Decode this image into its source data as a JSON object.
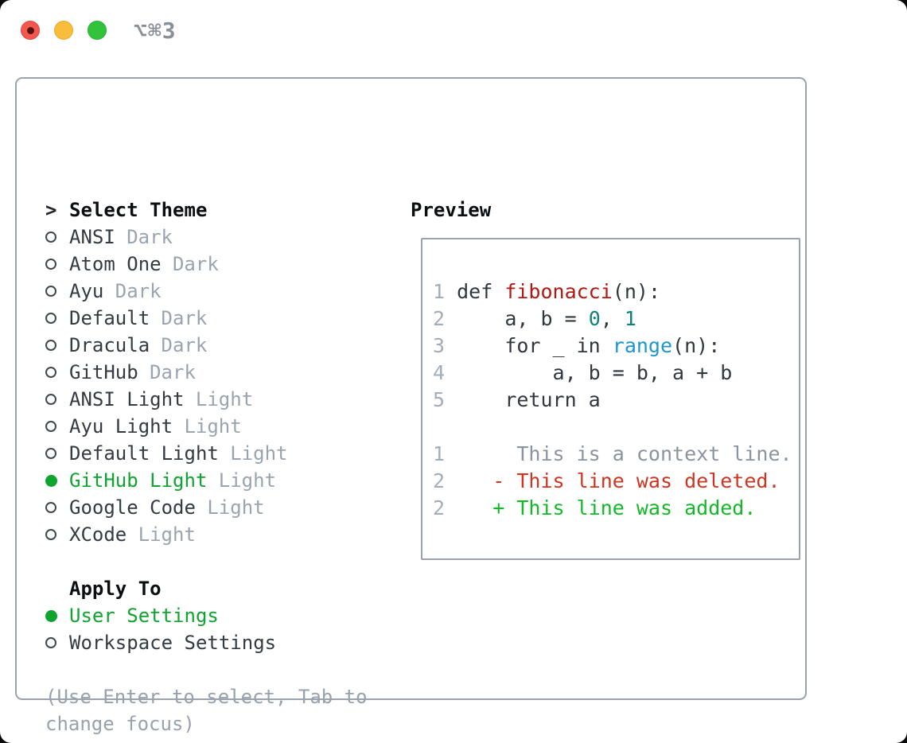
{
  "window": {
    "title_shortcut": "⌥⌘3",
    "traffic_lights": [
      "close",
      "minimize",
      "zoom"
    ]
  },
  "colors": {
    "accent_green": "#0ea52f",
    "heading": "#0c0f12",
    "text_dark": "#333a41",
    "muted_gray": "#9aa4b0",
    "hint_gray": "#98a2ad",
    "panel_border": "#99a2ad",
    "line_number": "#a3adb8",
    "code_default": "#30373e",
    "func_red": "#b31712",
    "number_teal": "#11807a",
    "builtin_blue": "#1d95cf",
    "context_gray": "#8a939e",
    "deleted_red": "#cf3421",
    "added_green": "#12b927",
    "traffic_red": "#f3574e",
    "traffic_yellow": "#f8bd3b",
    "traffic_green": "#32c23c"
  },
  "theme_panel": {
    "pointer": ">",
    "header": "Select Theme",
    "themes": [
      {
        "name": "ANSI",
        "variant": "Dark",
        "selected": false
      },
      {
        "name": "Atom One",
        "variant": "Dark",
        "selected": false
      },
      {
        "name": "Ayu",
        "variant": "Dark",
        "selected": false
      },
      {
        "name": "Default",
        "variant": "Dark",
        "selected": false
      },
      {
        "name": "Dracula",
        "variant": "Dark",
        "selected": false
      },
      {
        "name": "GitHub",
        "variant": "Dark",
        "selected": false
      },
      {
        "name": "ANSI Light",
        "variant": "Light",
        "selected": false
      },
      {
        "name": "Ayu Light",
        "variant": "Light",
        "selected": false
      },
      {
        "name": "Default Light",
        "variant": "Light",
        "selected": false
      },
      {
        "name": "GitHub Light",
        "variant": "Light",
        "selected": true
      },
      {
        "name": "Google Code",
        "variant": "Light",
        "selected": false
      },
      {
        "name": "XCode",
        "variant": "Light",
        "selected": false
      }
    ],
    "apply_to": {
      "label": "Apply To",
      "options": [
        {
          "label": "User Settings",
          "selected": true
        },
        {
          "label": "Workspace Settings",
          "selected": false
        }
      ]
    },
    "hint": "(Use Enter to select, Tab to change focus)"
  },
  "preview": {
    "label": "Preview",
    "lines": [
      [
        {
          "t": "1",
          "c": "line_number"
        },
        {
          "t": " def ",
          "c": "code_default"
        },
        {
          "t": "fibonacci",
          "c": "func_red"
        },
        {
          "t": "(n):",
          "c": "code_default"
        }
      ],
      [
        {
          "t": "2",
          "c": "line_number"
        },
        {
          "t": "     a, b = ",
          "c": "code_default"
        },
        {
          "t": "0",
          "c": "number_teal"
        },
        {
          "t": ", ",
          "c": "code_default"
        },
        {
          "t": "1",
          "c": "number_teal"
        }
      ],
      [
        {
          "t": "3",
          "c": "line_number"
        },
        {
          "t": "     for _ in ",
          "c": "code_default"
        },
        {
          "t": "range",
          "c": "builtin_blue"
        },
        {
          "t": "(n):",
          "c": "code_default"
        }
      ],
      [
        {
          "t": "4",
          "c": "line_number"
        },
        {
          "t": "         a, b = b, a + b",
          "c": "code_default"
        }
      ],
      [
        {
          "t": "5",
          "c": "line_number"
        },
        {
          "t": "     return a",
          "c": "code_default"
        }
      ],
      [],
      [
        {
          "t": "1",
          "c": "line_number"
        },
        {
          "t": "      This is a context line.",
          "c": "context_gray"
        }
      ],
      [
        {
          "t": "2",
          "c": "line_number"
        },
        {
          "t": "    - This line was deleted.",
          "c": "deleted_red"
        }
      ],
      [
        {
          "t": "2",
          "c": "line_number"
        },
        {
          "t": "    + This line was added.",
          "c": "added_green"
        }
      ]
    ]
  }
}
